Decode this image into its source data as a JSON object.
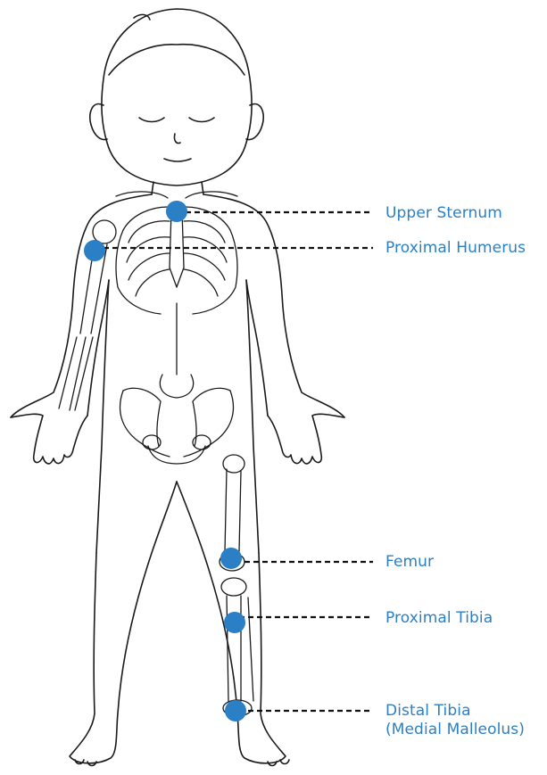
{
  "diagram": {
    "accent_color": "#2b7fc4",
    "line_color": "#111111",
    "figure": "child-skeleton-illustration",
    "sites": [
      {
        "id": "upper-sternum",
        "label": "Upper Sternum"
      },
      {
        "id": "proximal-humerus",
        "label": "Proximal Humerus"
      },
      {
        "id": "femur",
        "label": "Femur"
      },
      {
        "id": "proximal-tibia",
        "label": "Proximal Tibia"
      },
      {
        "id": "distal-tibia",
        "label": "Distal Tibia",
        "label_line2": "(Medial Malleolus)"
      }
    ]
  }
}
